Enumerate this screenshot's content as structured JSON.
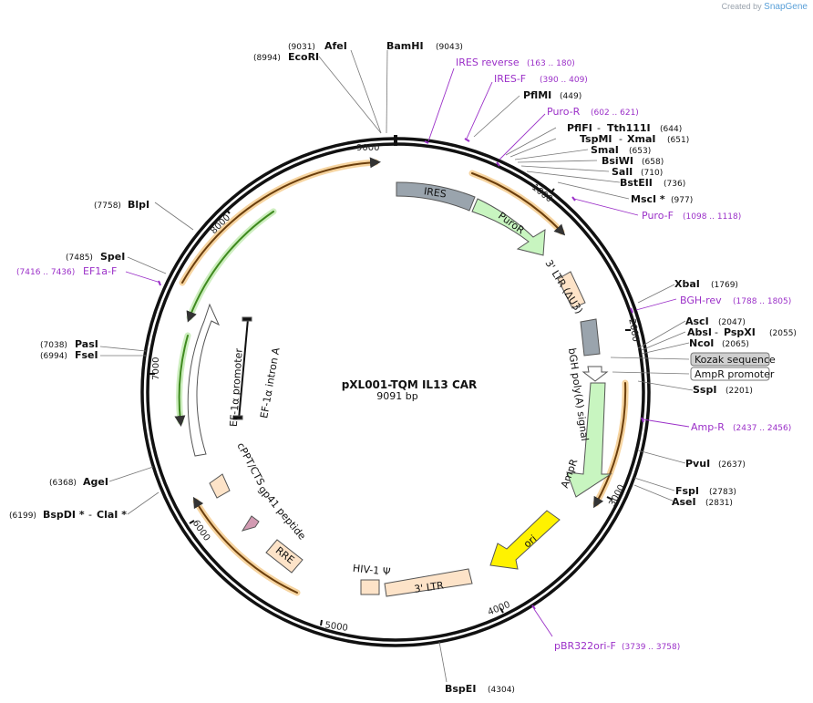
{
  "credit": {
    "prefix": "Created by",
    "brand": "SnapGene"
  },
  "plasmid": {
    "name": "pXL001-TQM IL13 CAR",
    "size_label": "9091 bp"
  },
  "ticks": [
    "1000",
    "2000",
    "3000",
    "4000",
    "5000",
    "6000",
    "7000",
    "8000",
    "9000"
  ],
  "features": {
    "ires": "IRES",
    "puror": "PuroR",
    "ltr3_du3": "3' LTR (ΔU3)",
    "bgh": "bGH poly(A) signal",
    "ampr": "AmpR",
    "ori": "ori",
    "ltr3": "3' LTR",
    "hiv": "HIV-1 Ψ",
    "rre": "RRE",
    "gp41": "gp41 peptide",
    "cppt": "cPPT/CTS",
    "ef1a_promoter": "EF-1α promoter",
    "ef1a_intron": "EF-1α intron A"
  },
  "enzymes": [
    {
      "name": "AfeI",
      "pos": "(9031)"
    },
    {
      "name": "EcoRI",
      "pos": "(8994)"
    },
    {
      "name": "BamHI",
      "pos": "(9043)"
    },
    {
      "name": "PflMI",
      "pos": "(449)"
    },
    {
      "name": "PflFI",
      "name2": "Tth111I",
      "pos": "(644)"
    },
    {
      "name": "TspMI",
      "name2": "XmaI",
      "pos": "(651)"
    },
    {
      "name": "SmaI",
      "pos": "(653)"
    },
    {
      "name": "BsiWI",
      "pos": "(658)"
    },
    {
      "name": "SalI",
      "pos": "(710)"
    },
    {
      "name": "BstEII",
      "pos": "(736)"
    },
    {
      "name": "MscI *",
      "pos": "(977)"
    },
    {
      "name": "XbaI",
      "pos": "(1769)"
    },
    {
      "name": "AscI",
      "pos": "(2047)"
    },
    {
      "name": "AbsI",
      "name2": "PspXI",
      "pos": "(2055)"
    },
    {
      "name": "NcoI",
      "pos": "(2065)"
    },
    {
      "name": "SspI",
      "pos": "(2201)"
    },
    {
      "name": "PvuI",
      "pos": "(2637)"
    },
    {
      "name": "FspI",
      "pos": "(2783)"
    },
    {
      "name": "AseI",
      "pos": "(2831)"
    },
    {
      "name": "BspEI",
      "pos": "(4304)"
    },
    {
      "name": "AgeI",
      "pos": "(6368)"
    },
    {
      "name": "BspDI *",
      "name2": "ClaI *",
      "pos": "(6199)"
    },
    {
      "name": "PasI",
      "pos": "(7038)"
    },
    {
      "name": "FseI",
      "pos": "(6994)"
    },
    {
      "name": "SpeI",
      "pos": "(7485)"
    },
    {
      "name": "BlpI",
      "pos": "(7758)"
    }
  ],
  "primers": [
    {
      "name": "IRES reverse",
      "range": "(163 .. 180)"
    },
    {
      "name": "IRES-F",
      "range": "(390 .. 409)"
    },
    {
      "name": "Puro-R",
      "range": "(602 .. 621)"
    },
    {
      "name": "Puro-F",
      "range": "(1098 .. 1118)"
    },
    {
      "name": "BGH-rev",
      "range": "(1788 .. 1805)"
    },
    {
      "name": "Amp-R",
      "range": "(2437 .. 2456)"
    },
    {
      "name": "pBR322ori-F",
      "range": "(3739 .. 3758)"
    },
    {
      "name": "EF1a-F",
      "range": "(7416 .. 7436)"
    }
  ],
  "boxed_labels": {
    "kozak": "Kozak sequence",
    "ampr_promoter": "AmpR promoter"
  },
  "colors": {
    "primer": "#9b30c8",
    "orf_orange": "#e8a23a",
    "orf_green": "#5aa832",
    "ires_gray": "#9aa4ad",
    "puror_green": "#c8f5c0",
    "ltr_peach": "#fde3c8",
    "ori_yellow": "#fff200",
    "gp41_pink": "#d29ab2"
  }
}
